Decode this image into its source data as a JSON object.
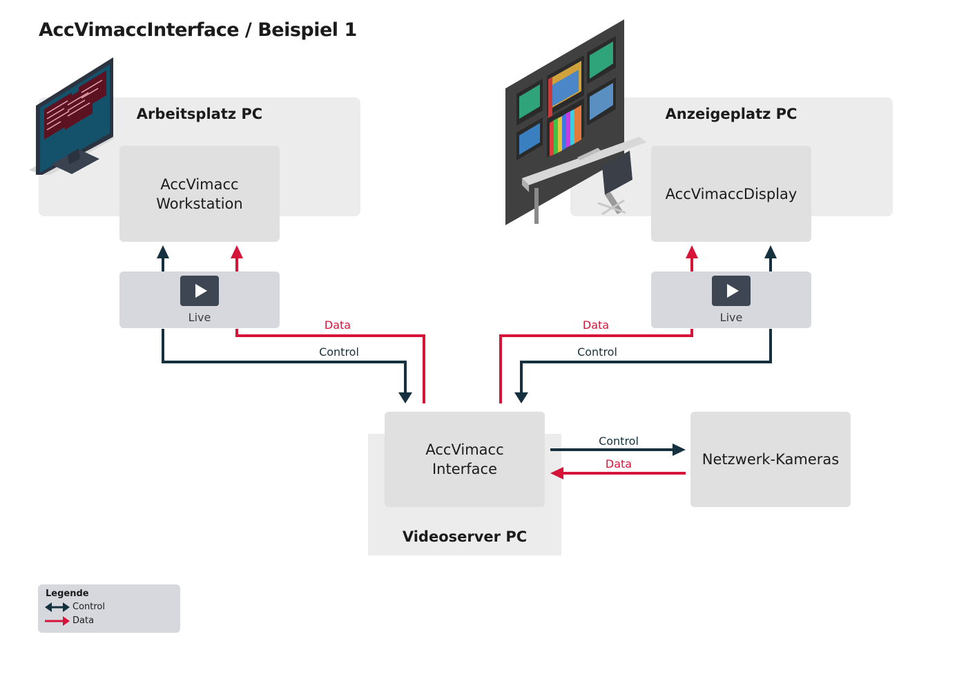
{
  "title": "AccVimaccInterface / Beispiel 1",
  "workstation_pc": {
    "label": "Arbeitsplatz PC",
    "module": "AccVimacc\nWorkstation",
    "live_label": "Live"
  },
  "display_pc": {
    "label": "Anzeigeplatz PC",
    "module": "AccVimaccDisplay",
    "live_label": "Live"
  },
  "videoserver_pc": {
    "label": "Videoserver PC",
    "module": "AccVimacc\nInterface"
  },
  "cameras": {
    "label": "Netzwerk-Kameras"
  },
  "connections": {
    "left_data": "Data",
    "left_control": "Control",
    "right_data": "Data",
    "right_control": "Control",
    "camera_control": "Control",
    "camera_data": "Data"
  },
  "legend": {
    "title": "Legende",
    "control": "Control",
    "data": "Data"
  },
  "colors": {
    "control": "#15313f",
    "data": "#d6143a",
    "panel": "#ececec",
    "box": "#e0e0e0",
    "live": "#d6d8de"
  },
  "icons": [
    "monitor-icon",
    "control-room-icon",
    "play-icon"
  ]
}
